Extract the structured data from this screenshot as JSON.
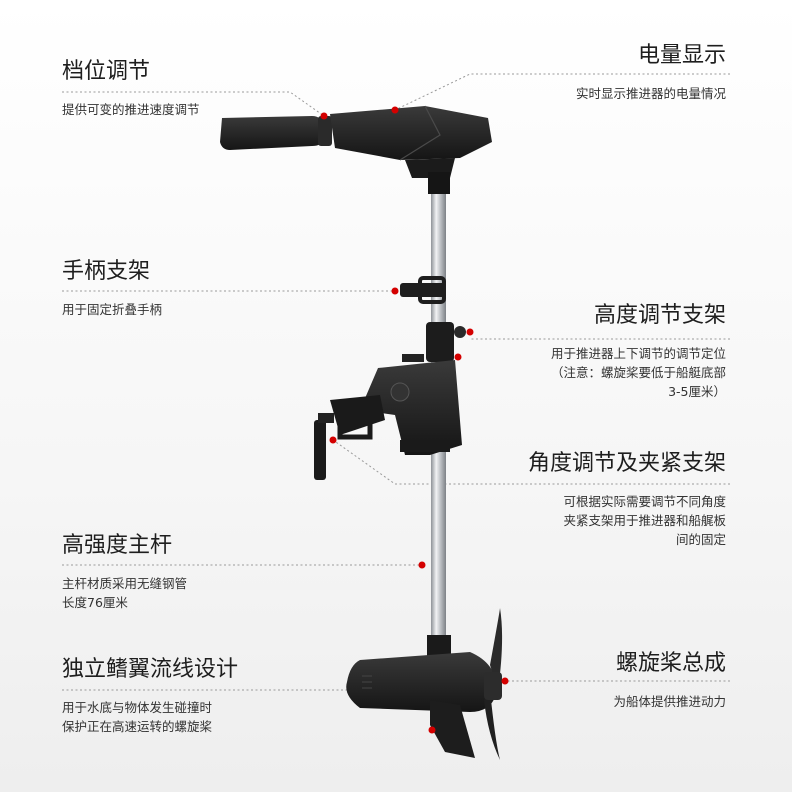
{
  "features": {
    "gear": {
      "title": "档位调节",
      "desc": [
        "提供可变的推进速度调节"
      ]
    },
    "battery": {
      "title": "电量显示",
      "desc": [
        "实时显示推进器的电量情况"
      ]
    },
    "handle_bracket": {
      "title": "手柄支架",
      "desc": [
        "用于固定折叠手柄"
      ]
    },
    "height_bracket": {
      "title": "高度调节支架",
      "desc": [
        "用于推进器上下调节的调节定位",
        "（注意：螺旋桨要低于船艇底部",
        "3-5厘米）"
      ]
    },
    "angle_bracket": {
      "title": "角度调节及夹紧支架",
      "desc": [
        "可根据实际需要调节不同角度",
        "夹紧支架用于推进器和船艉板",
        "间的固定"
      ]
    },
    "shaft": {
      "title": "高强度主杆",
      "desc": [
        "主杆材质采用无缝钢管",
        "长度76厘米"
      ]
    },
    "fin": {
      "title": "独立鳍翼流线设计",
      "desc": [
        "用于水底与物体发生碰撞时",
        "保护正在高速运转的螺旋桨"
      ]
    },
    "propeller": {
      "title": "螺旋桨总成",
      "desc": [
        "为船体提供推进动力"
      ]
    }
  },
  "colors": {
    "dot": "#d40000",
    "leader": "#9a9a9a",
    "body": "#202020",
    "steel": "#c9ccd0"
  }
}
